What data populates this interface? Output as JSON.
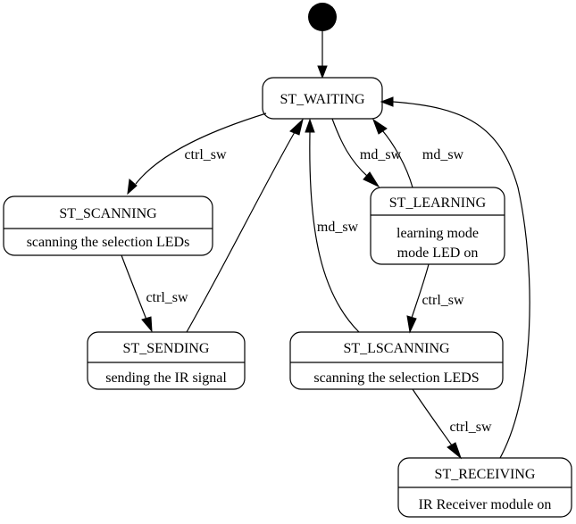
{
  "initial": {},
  "states": {
    "waiting": {
      "name": "ST_WAITING"
    },
    "scanning": {
      "name": "ST_SCANNING",
      "desc": [
        "scanning the selection LEDs"
      ]
    },
    "sending": {
      "name": "ST_SENDING",
      "desc": [
        "sending the IR signal"
      ]
    },
    "learning": {
      "name": "ST_LEARNING",
      "desc": [
        "learning mode",
        "mode LED on"
      ]
    },
    "lscanning": {
      "name": "ST_LSCANNING",
      "desc": [
        "scanning the selection LEDS"
      ]
    },
    "receiving": {
      "name": "ST_RECEIVING",
      "desc": [
        "IR Receiver module on"
      ]
    }
  },
  "transitions": [
    {
      "from": "ST_WAITING",
      "to": "ST_SCANNING",
      "label": "ctrl_sw"
    },
    {
      "from": "ST_SCANNING",
      "to": "ST_SENDING",
      "label": "ctrl_sw"
    },
    {
      "from": "ST_SENDING",
      "to": "ST_WAITING",
      "label": ""
    },
    {
      "from": "ST_WAITING",
      "to": "ST_LEARNING",
      "label": "md_sw"
    },
    {
      "from": "ST_LEARNING",
      "to": "ST_WAITING",
      "label": "md_sw"
    },
    {
      "from": "ST_LEARNING",
      "to": "ST_LSCANNING",
      "label": "ctrl_sw"
    },
    {
      "from": "ST_LSCANNING",
      "to": "ST_WAITING",
      "label": "md_sw"
    },
    {
      "from": "ST_LSCANNING",
      "to": "ST_RECEIVING",
      "label": "ctrl_sw"
    },
    {
      "from": "ST_RECEIVING",
      "to": "ST_WAITING",
      "label": ""
    }
  ]
}
